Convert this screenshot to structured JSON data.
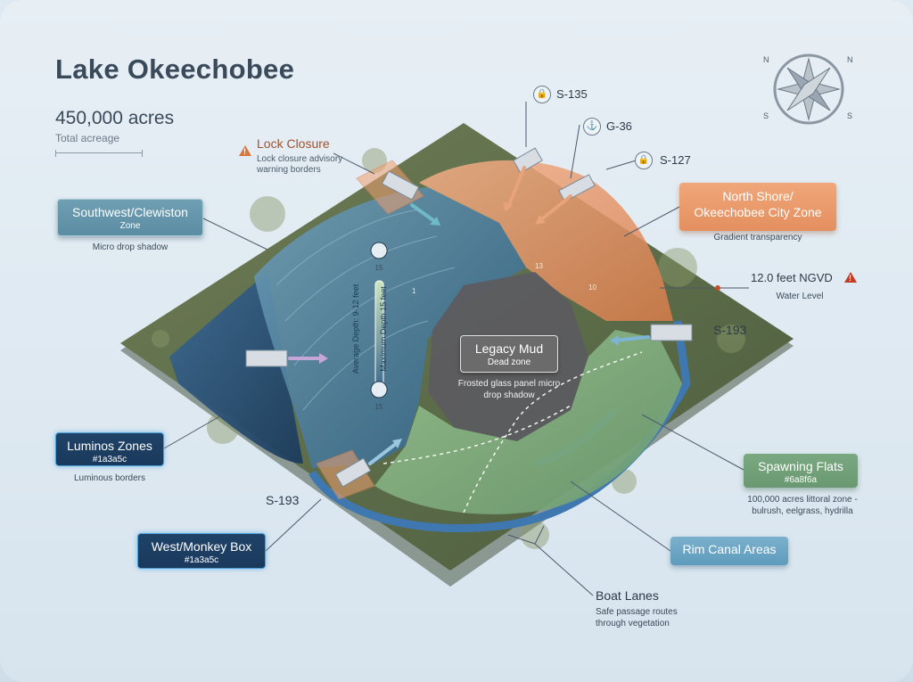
{
  "title": "Lake Okeechobee",
  "stats": {
    "acreage_value": "450,000 acres",
    "acreage_label": "Total acreage"
  },
  "lock_closure": {
    "title": "Lock Closure",
    "subtitle": "Lock closure advisory warning borders",
    "icon": "warning-icon"
  },
  "structures": {
    "s135": "S-135",
    "g36": "G-36",
    "s127": "S-127",
    "s193_east": "S-193",
    "s193_west": "S-193"
  },
  "zones": {
    "southwest": {
      "title": "Southwest/Clewiston",
      "subtitle": "Zone",
      "note": "Micro drop shadow"
    },
    "north_shore": {
      "title": "North Shore/ Okeechobee City Zone",
      "note": "Gradient transparency"
    },
    "luminos": {
      "title": "Luminos Zones",
      "subtitle": "#1a3a5c",
      "note": "Luminous borders"
    },
    "west": {
      "title": "West/Monkey Box",
      "subtitle": "#1a3a5c"
    },
    "spawning": {
      "title": "Spawning Flats",
      "subtitle": "#6a8f6a",
      "note": "100,000 acres littoral zone - bulrush, eelgrass, hydrilla"
    },
    "rim": {
      "title": "Rim Canal Areas"
    },
    "legacy": {
      "title": "Legacy Mud",
      "subtitle": "Dead zone",
      "note": "Frosted glass panel micro drop shadow"
    },
    "boat_lanes": {
      "title": "Boat Lanes",
      "note": "Safe passage routes through vegetation"
    }
  },
  "water_level": {
    "value": "12.0 feet NGVD",
    "label": "Water Level"
  },
  "depth_gauge": {
    "top": "15",
    "bottom": "15",
    "average": "Average Depth: 9-12 feet",
    "maximum": "Maximum Depth 15 feet"
  },
  "depth_marks": [
    "13",
    "10",
    "1"
  ],
  "compass": {
    "n": "N",
    "s": "S"
  },
  "colors": {
    "deep_water": "#1a3a5c",
    "spawning": "#6a8f6a",
    "north_shore": "#e8955f",
    "mud": "#5c5c60",
    "warning": "#d9763a"
  }
}
